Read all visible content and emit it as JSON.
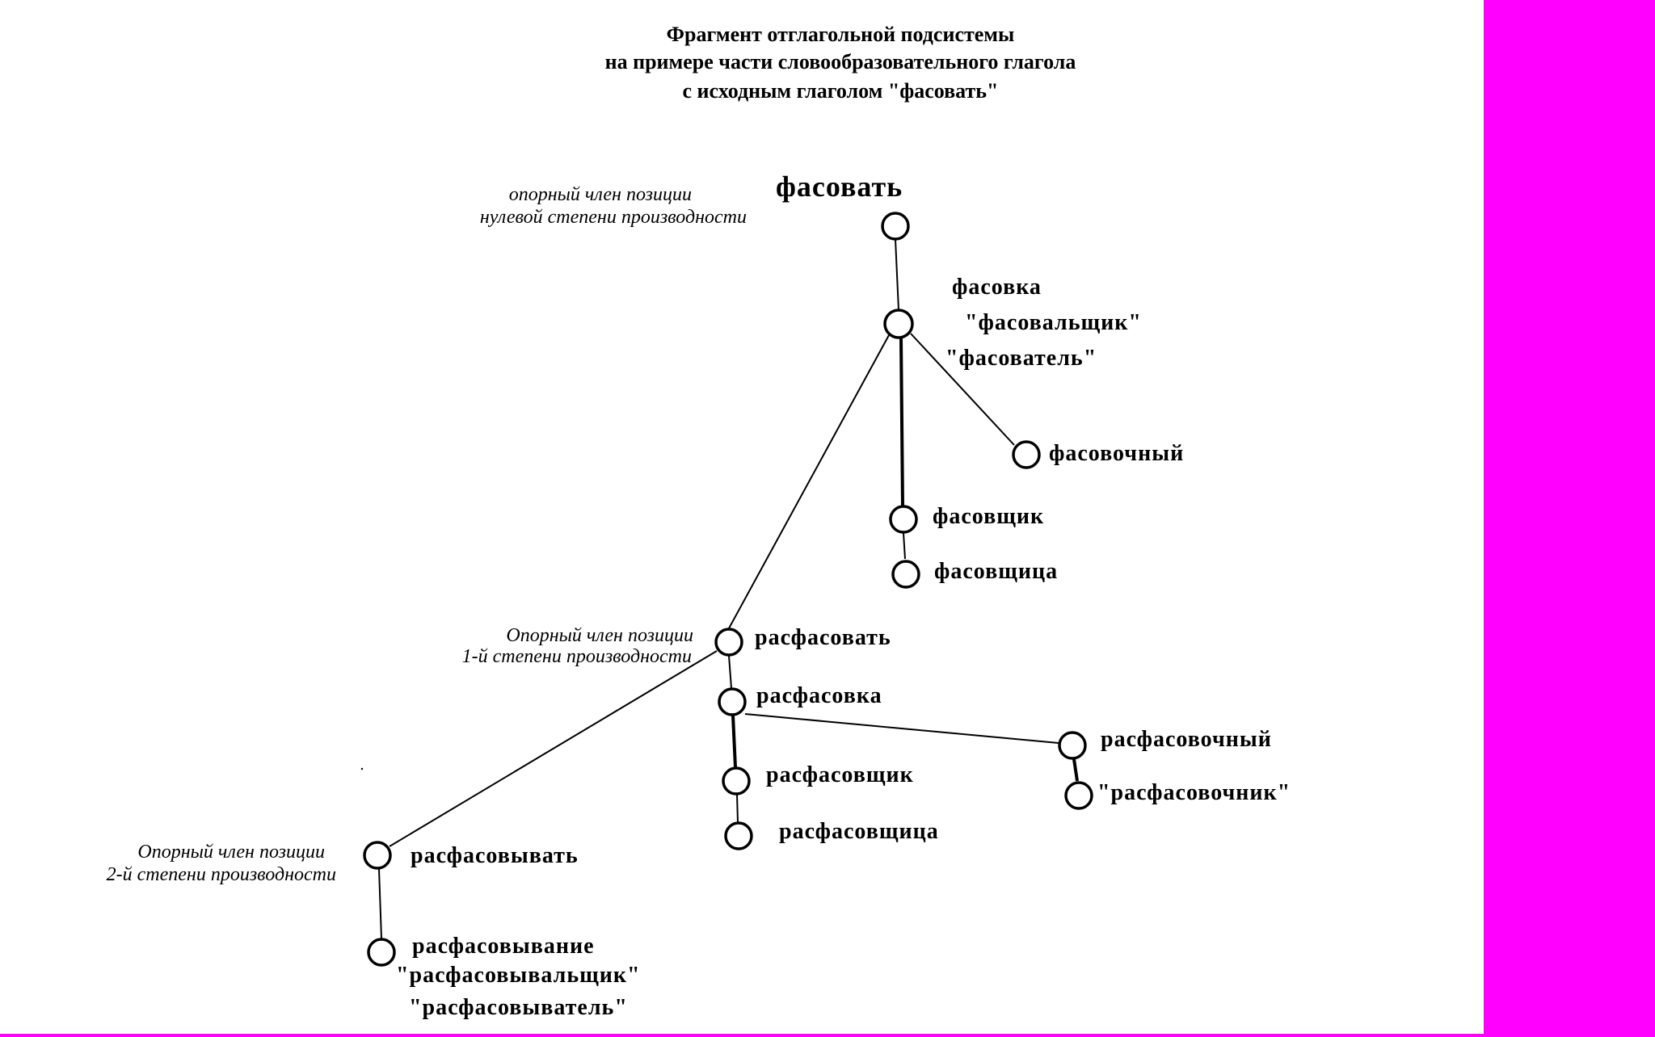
{
  "title": {
    "line1": "Фрагмент отглагольной подсистемы",
    "line2": "на примере части словообразовательного глагола",
    "line3": "с исходным глаголом \"фасовать\""
  },
  "captions": {
    "zero_line1": "опорный член позиции",
    "zero_line2": "нулевой степени производности",
    "first_line1": "Опорный член позиции",
    "first_line2": "1-й степени производности",
    "second_line1": "Опорный член позиции",
    "second_line2": "2-й степени производности"
  },
  "nodes": {
    "fasovat": "фасовать",
    "fasovka_1": "фасовка",
    "fasovka_2": "\"фасовальщик\"",
    "fasovka_3": "\"фасователь\"",
    "fasovochny": "фасовочный",
    "fasovshchik": "фасовщик",
    "fasovshchitsa": "фасовщица",
    "rasfasovat": "расфасовать",
    "rasfasovka": "расфасовка",
    "rasfasovochny": "расфасовочный",
    "rasfasovochnik": "\"расфасовочник\"",
    "rasfasovshchik": "расфасовщик",
    "rasfasovshchitsa": "расфасовщица",
    "rasfasovyvat": "расфасовывать",
    "rasfasovyvanie_1": "расфасовывание",
    "rasfasovyvanie_2": "\"расфасовывальщик\"",
    "rasfasovyvanie_3": "\"расфасовыватель\""
  },
  "colors": {
    "background": "#ffffff",
    "frame": "#ff00ff",
    "ink": "#000000"
  }
}
